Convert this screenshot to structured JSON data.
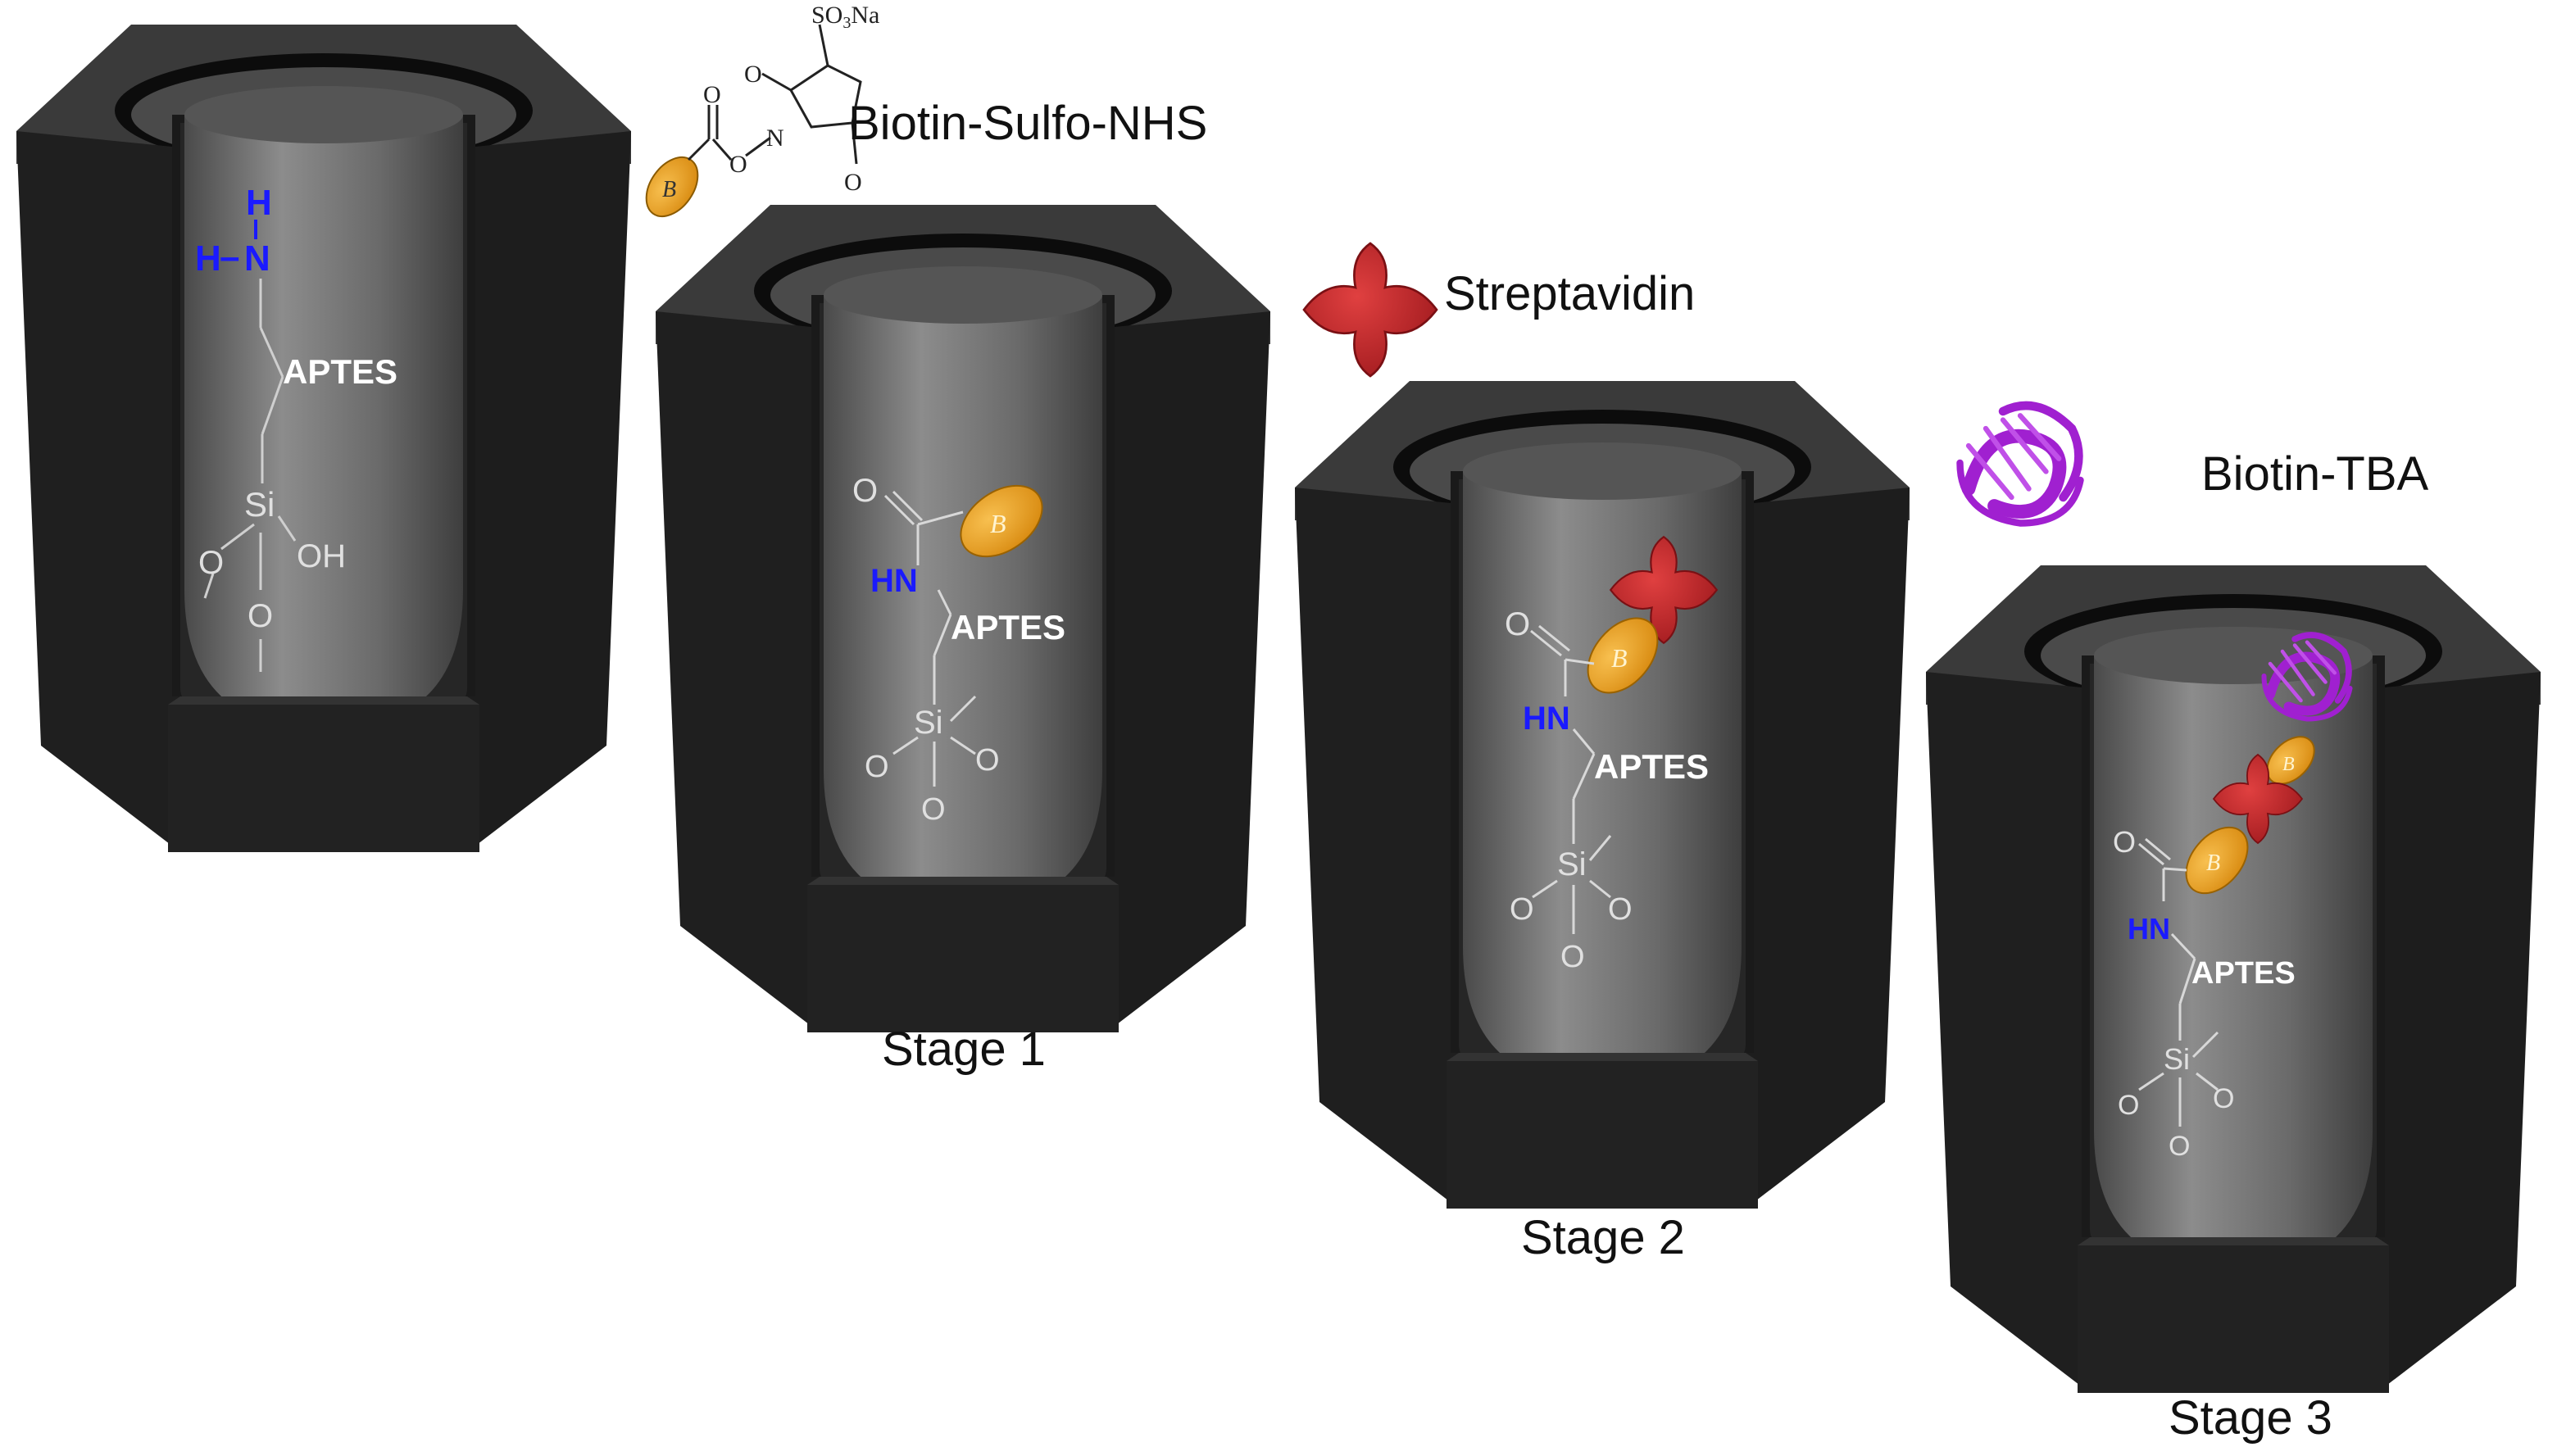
{
  "reagents": {
    "sulfo_nhs": {
      "label": "Biotin-Sulfo-NHS",
      "so3na": "SO3Na",
      "o": "O",
      "n": "N",
      "b": "B"
    },
    "streptavidin": {
      "label": "Streptavidin"
    },
    "biotin_tba": {
      "label": "Biotin-TBA"
    }
  },
  "stages": [
    {
      "caption": ""
    },
    {
      "caption": "Stage 1"
    },
    {
      "caption": "Stage 2"
    },
    {
      "caption": "Stage 3"
    }
  ],
  "chem": {
    "h": "H",
    "hn": "HN",
    "aptes": "APTES",
    "si": "Si",
    "oh": "OH",
    "o": "O",
    "b": "B"
  },
  "colors": {
    "block_front": "#242424",
    "block_top": "#3c3c3c",
    "tube": "#6e6e6e",
    "amine": "#1a1aff",
    "biotin": "#f0a020",
    "streptavidin": "#c0262a",
    "aptamer": "#a020d0"
  }
}
